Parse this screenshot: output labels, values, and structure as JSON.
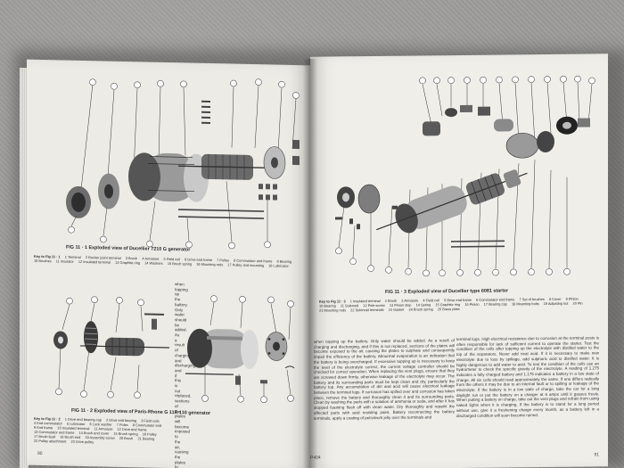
{
  "left_page": {
    "fig1": {
      "caption": "FIG 11 · 1   Exploded view of Ducellier 7210 G generator",
      "key_label": "Key to Fig 11 · 1",
      "key_items": [
        "1 Terminal",
        "2 Rocker point terminal",
        "3 Brush",
        "4 Armature",
        "5 Field coil",
        "6 Drive end frame",
        "7 Pulley",
        "8 Commutator end frame",
        "9 Bearing",
        "10 Brushes",
        "11 Insulator",
        "12 Insulated terminal",
        "13 Graphite ring",
        "14 Washers",
        "15 Brush spring",
        "16 Mounting rods",
        "17 Pulley and mounting",
        "18 Lubricator"
      ]
    },
    "fig2": {
      "caption": "FIG 11 · 2   Exploded view of Paris-Rhone G 11R 110 generator",
      "key_label": "Key to Fig 11 · 2",
      "key_items": [
        "1 Drive end bearing cap",
        "2 Drive end bearing",
        "3 Field coils",
        "4 End commutator",
        "5 Lubricator",
        "6 Lock washer",
        "7 Poles",
        "8 Commutator end",
        "9 End frame",
        "10 Insulated terminal",
        "11 Armature",
        "12 Drive end frame",
        "13 Commutator and frame",
        "14 Brush end cover",
        "15 Brush spring",
        "16 Pulley",
        "17 Brush lead",
        "18 Brush end",
        "19 Assembly screw",
        "20 Brush",
        "21 Bearing",
        "22 Pulley attachment",
        "23 Drive pulley"
      ]
    },
    "body": "when topping up the battery. Only water should be added. As a result of charging and discharging, and if this is not replaced, sections of the plates will become exposed to the air, causing the plates to sulphate and consequently impair the efficiency of the battery. Abnormal evaporation is an indication that the battery is being overcharged. If excessive topping up is necessary to keep the level of the electrolyte correct, the current voltage controller should be checked for correct operation. When replacing the vent plugs, ensure that they are screwed down firmly, otherwise leakage of the electrolyte may occur. The battery and its surrounding parts must be kept clean and dry, particularly the battery top. Any accumulation of dirt and acid will cause electrical leakage between the terminal lugs. If corrosion has spilled over and corrosion has taken place, remove the battery and thoroughly clean it and its surrounding parts. Clean by washing the parts with a solution of ammonia or soda, and after it has stopped foaming flush off with clean water. Dry thoroughly and repaint the affected parts with acid resisting paint. Battery reconnecting the battery terminals, apply a coating of petroleum jelly over the terminals and",
    "folio": "90"
  },
  "right_page": {
    "fig3": {
      "caption": "FIG 11 · 3   Exploded view of Ducellier type 6081 starter",
      "key_label": "Key to Fig 11 · 3",
      "key_items": [
        "1 Insulated terminal",
        "2 Brush",
        "3 Armature",
        "4 Field coil",
        "5 Drive end frame",
        "6 Commutator end frame",
        "7 Set of brushes",
        "8 Cover",
        "9 Pinion",
        "10 Bearing",
        "11 Solenoid",
        "12 Pole screw",
        "13 Pinion stop",
        "14 Spring",
        "15 Graphite ring",
        "16 Pinion",
        "17 Bearing cap",
        "18 Mounting bolts",
        "19 Adjusting nut",
        "20 Pin",
        "21 Mounting rods",
        "22 Solenoid terminals",
        "23 Gasket",
        "24 Brush spring",
        "25 Brass plate"
      ]
    },
    "body": "terminal lugs. High electrical resistance due to corrosion at the terminal posts is often responsible for lack of sufficient current to operate the starter. Test the condition of the cells after topping up the electrolyte with distilled water to the top of the separators. Never add neat acid. If it is necessary to make new electrolyte due to loss by spillage, add sulphuric acid to distilled water. It is highly dangerous to add water to acid. To test the condition of the cells use an hydrometer to check the specific gravity of the electrolyte. A reading of 1.275 indicates a fully charged battery and 1.175 indicates a battery in a low state of charge. All six cells should read approximately the same. If one differs radically from the others it may be due to an internal fault or to spilling or leakage of the electrolyte. If the battery is in a low state of charge, take the car for a long daylight run or put the battery on a charger at 6 amps until it gasses freely. When putting a battery on charge, take out the vent plugs and refrain from using naked lights when it is charging. If the battery is to stand for a long period without use, give it a freshening charge every month, as a battery left in a discharged condition will soon become ruined.",
    "folio_center": "P404",
    "folio": "91"
  },
  "colors": {
    "paper": "#ecebe6",
    "ink": "#2a2a2a",
    "background": "#9d9c9a"
  }
}
